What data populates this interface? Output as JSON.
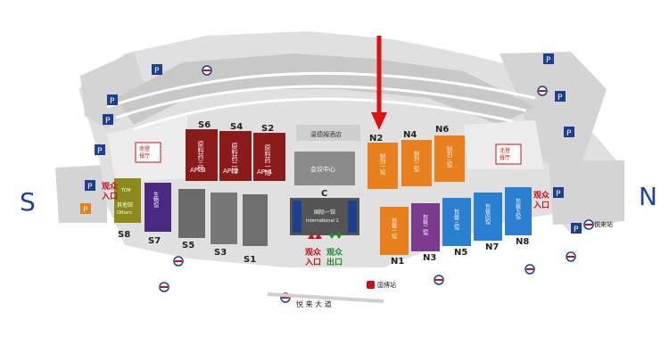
{
  "sides": {
    "south": "S",
    "north": "N"
  },
  "halls": {
    "S1": "S1",
    "S2": "S2",
    "S3": "S3",
    "S4": "S4",
    "S5": "S5",
    "S6": "S6",
    "S7": "S7",
    "S8": "S8",
    "N1": "N1",
    "N2": "N2",
    "N3": "N3",
    "N4": "N4",
    "N5": "N5",
    "N6": "N6",
    "N7": "N7",
    "N8": "N8",
    "C": "C"
  },
  "hall_texts": {
    "api3": "API 3",
    "api2": "API 2",
    "api1": "API 1",
    "s6_cn": "原料药三馆",
    "s4_cn": "原料药二馆",
    "s2_cn": "原料药一馆",
    "s8_cn": "其他馆",
    "s8_en": "Others",
    "s8_tcm": "TCM",
    "s7_cn": "生物馆",
    "n2_cn": "制剂一馆",
    "n4_cn": "制剂二馆",
    "n6_cn": "制剂三馆",
    "n1_cn": "包装一馆",
    "n3_cn": "包装二馆",
    "n5_cn": "包装三馆",
    "n7_cn": "包装四馆",
    "n8_cn": "包装五馆",
    "c_cn": "国际一馆",
    "c_en": "International 1",
    "conf_cn": "会议中心",
    "hotel_cn": "温德姆酒店"
  },
  "labels": {
    "south_restaurant": "南登\n餐厅",
    "north_restaurant": "北登\n餐厅",
    "entrance_left": "观众\n入口",
    "entrance_right": "观众\n入口",
    "center_entrance": "观众\n入口",
    "center_exit": "观众\n出口",
    "metro_station": "悦来站",
    "expo_station": "国博站",
    "avenue": "悦 来 大 道"
  },
  "parking_label": "P",
  "colors": {
    "api_halls": "#8b1a1a",
    "gray_halls": "#777777",
    "preparation_halls": "#e8801e",
    "packaging_halls": "#2a7fd0",
    "central_hall": "#555555",
    "arrow": "#e01010",
    "entrance_text": "#c8101a",
    "exit_text": "#1e8a2a",
    "parking": "#1d3f8f",
    "sn_letters": "#1c3fb0"
  }
}
